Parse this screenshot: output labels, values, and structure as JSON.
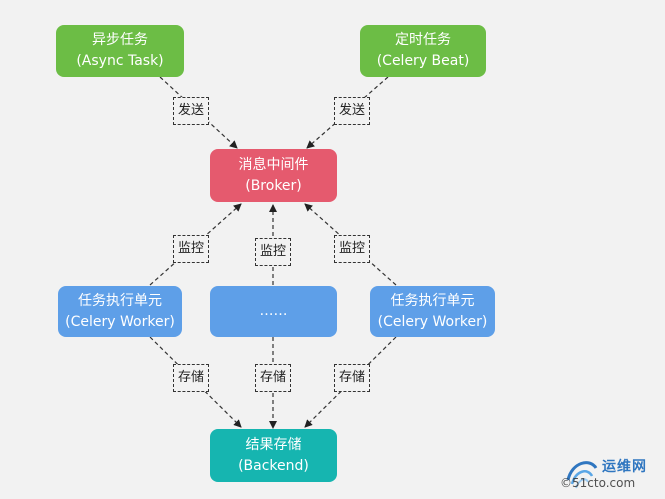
{
  "nodes": {
    "async_task": {
      "line1": "异步任务",
      "line2": "(Async Task)"
    },
    "celery_beat": {
      "line1": "定时任务",
      "line2": "(Celery Beat)"
    },
    "broker": {
      "line1": "消息中间件",
      "line2": "(Broker)"
    },
    "worker_left": {
      "line1": "任务执行单元",
      "line2": "(Celery Worker)"
    },
    "worker_middle": {
      "line1": "……"
    },
    "worker_right": {
      "line1": "任务执行单元",
      "line2": "(Celery Worker)"
    },
    "backend": {
      "line1": "结果存储",
      "line2": "(Backend)"
    }
  },
  "edge_labels": {
    "send": "发送",
    "monitor": "监控",
    "store": "存储"
  },
  "watermark": {
    "title": "运维网",
    "url": "©51cto.com"
  },
  "colors": {
    "producer_green": "#6cbd45",
    "broker_red": "#e55a6e",
    "worker_blue": "#5e9fe8",
    "backend_teal": "#16b5b0"
  }
}
